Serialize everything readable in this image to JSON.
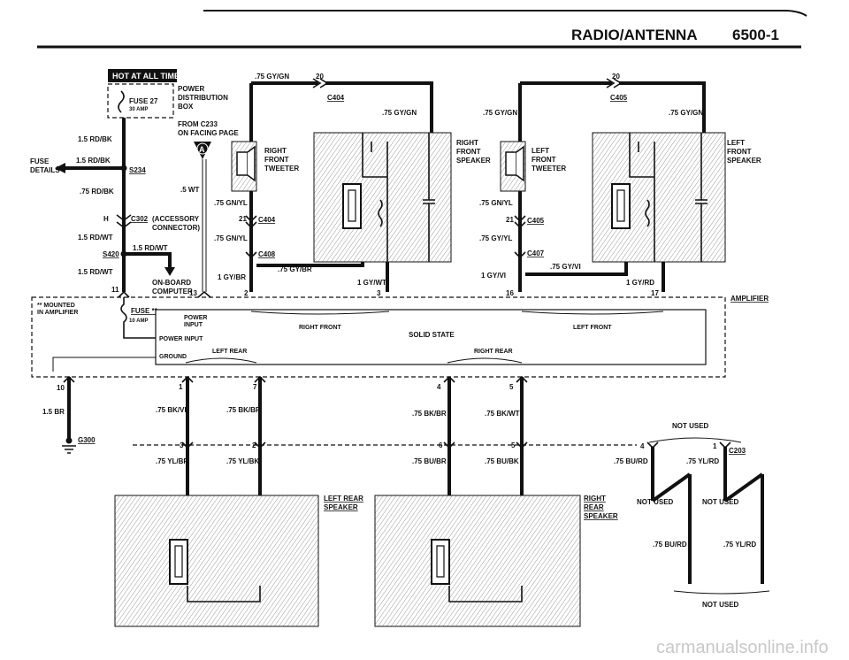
{
  "title": "RADIO/ANTENNA",
  "page_number": "6500-1",
  "hot_badge": "HOT AT ALL TIMES",
  "fuse_top": {
    "name": "FUSE 27",
    "rating": "30 AMP"
  },
  "distribution": [
    "POWER",
    "DISTRIBUTION",
    "BOX"
  ],
  "from_c233": [
    "FROM C233",
    "ON FACING PAGE"
  ],
  "node_a": "A",
  "fuse_details": [
    "FUSE",
    "DETAILS"
  ],
  "left_labels": {
    "w1": "1.5 RD/BK",
    "w2": "1.5 RD/BK",
    "s234": "S234",
    "w3": ".75 RD/BK",
    "w_5wt": ".5 WT",
    "h": "H",
    "c302": "C302",
    "accessory": [
      "(ACCESSORY",
      "CONNECTOR)"
    ],
    "w4": "1.5 RD/WT",
    "w5": "1.5 RD/WT",
    "s420": "S420",
    "w6": "1.5 RD/WT",
    "onboard": [
      "ON-BOARD",
      "COMPUTER"
    ],
    "pin11": "11",
    "pin13": "13"
  },
  "center_top": {
    "w_gygn": ".75 GY/GN",
    "pin20": "20",
    "c404_top": "C404",
    "w_gygn2": ".75 GY/GN",
    "rf_tweeter": [
      "RIGHT",
      "FRONT",
      "TWEETER"
    ],
    "w_gnyl": ".75 GN/YL",
    "pin21": "21",
    "c404": "C404",
    "w_gnyl2": ".75 GN/YL",
    "c408": "C408",
    "w_gybr": ".75 GY/BR",
    "w_1gybr": "1 GY/BR",
    "pin2": "2",
    "w_1gywt": "1 GY/WT",
    "pin3": "3",
    "rf_speaker": [
      "RIGHT",
      "FRONT",
      "SPEAKER"
    ]
  },
  "right_top": {
    "pin20": "20",
    "c405_top": "C405",
    "w_gygn": ".75 GY/GN",
    "w_gygn2": ".75 GY/GN",
    "lf_tweeter": [
      "LEFT",
      "FRONT",
      "TWEETER"
    ],
    "w_gnyl": ".75 GN/YL",
    "pin21": "21",
    "c405": "C405",
    "w_gyyl": ".75 GY/YL",
    "c407": "C407",
    "w_gyvi": ".75 GY/VI",
    "w_1gyvi": "1 GY/VI",
    "pin16": "16",
    "w_1gyrd": "1 GY/RD",
    "pin17": "17",
    "lf_speaker": [
      "LEFT",
      "FRONT",
      "SPEAKER"
    ]
  },
  "amplifier": {
    "title": "AMPLIFIER",
    "mounted": [
      "** MOUNTED",
      "IN AMPLIFIER"
    ],
    "fuse": "FUSE **",
    "fuse_rating": "10 AMP",
    "power_input": [
      "POWER",
      "INPUT"
    ],
    "power_input2": "POWER INPUT",
    "ground": "GROUND",
    "right_front": "RIGHT FRONT",
    "left_front": "LEFT FRONT",
    "solid_state": "SOLID STATE",
    "left_rear": "LEFT REAR",
    "right_rear": "RIGHT REAR"
  },
  "bottom": {
    "pin10": "10",
    "w_15br": "1.5 BR",
    "g300": "G300",
    "pin1": "1",
    "w_bkvi": ".75 BK/VI",
    "pin7": "7",
    "w_bkbr": ".75 BK/BR",
    "pin4": "4",
    "w_bkbr2": ".75 BK/BR",
    "pin5": "5",
    "w_bkwt": ".75 BK/WT",
    "pin3": "3",
    "pin2": "2",
    "pin6": "6",
    "pin5b": "5",
    "w_ylbr": ".75 YL/BR",
    "w_ylbk": ".75 YL/BK",
    "w_bubr": ".75 BU/BR",
    "w_bubk": ".75 BU/BK",
    "lr_speaker": [
      "LEFT REAR",
      "SPEAKER"
    ],
    "rr_speaker": [
      "RIGHT",
      "REAR",
      "SPEAKER"
    ],
    "not_used_top": "NOT USED",
    "pin4b": "4",
    "pin1b": "1",
    "c203": "C203",
    "w_burd": ".75 BU/RD",
    "w_ylrd": ".75 YL/RD",
    "not_used_l": "NOT USED",
    "not_used_r": "NOT USED",
    "w_burd2": ".75 BU/RD",
    "w_ylrd2": ".75 YL/RD",
    "not_used_bottom": "NOT USED"
  },
  "watermark": "carmanualsonline.info"
}
